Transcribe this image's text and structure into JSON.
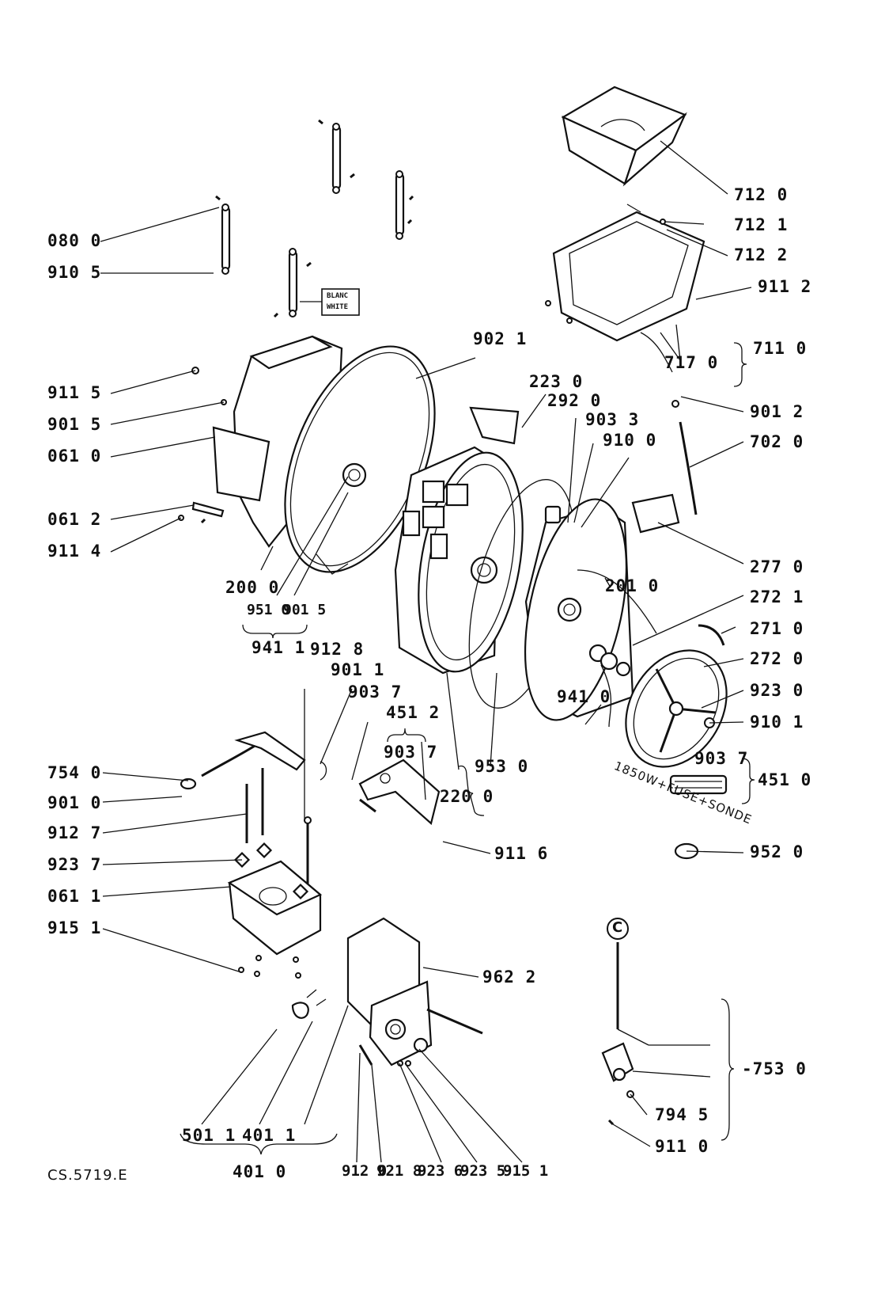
{
  "labels": {
    "l0800": "080 0",
    "l9105a": "910 5",
    "l9115": "911 5",
    "l9015a": "901 5",
    "l0610": "061 0",
    "l0612": "061 2",
    "l9114": "911 4",
    "l2000": "200 0",
    "l9510": "951 0",
    "l9015b": "901 5",
    "l9411": "941 1",
    "l9021": "902 1",
    "l2230": "223 0",
    "l2920": "292 0",
    "l9033": "903 3",
    "l9100": "910 0",
    "l9012": "901 2",
    "l7020": "702 0",
    "l2770": "277 0",
    "l2010": "201 0",
    "l2721": "272 1",
    "l2710": "271 0",
    "l2720": "272 0",
    "l9230": "923 0",
    "l9101": "910 1",
    "l9037r": "903 7",
    "l4510": "451 0",
    "l9520": "952 0",
    "l9410": "941 0",
    "l9530": "953 0",
    "l2200": "220 0",
    "l7120": "712 0",
    "l7121": "712 1",
    "l7122": "712 2",
    "l9112": "911 2",
    "l7110": "711 0",
    "l7170": "717 0",
    "l9128": "912 8",
    "l9011": "901 1",
    "l9037a": "903 7",
    "l4512": "451 2",
    "l9037b": "903 7",
    "l9116": "911 6",
    "l7540": "754 0",
    "l9010": "901 0",
    "l9127": "912 7",
    "l9237": "923 7",
    "l0611": "061 1",
    "l9151a": "915 1",
    "l9622": "962 2",
    "l5011": "501 1",
    "l4011": "401 1",
    "l4010": "401 0",
    "l9120": "912 0",
    "l9218": "921 8",
    "l9236": "923 6",
    "l9235": "923 5",
    "l9151b": "915 1",
    "l7530": "-753 0",
    "l7945": "794 5",
    "l9110": "911 0",
    "lC": "C"
  },
  "tag_blanc": "BLANC",
  "tag_white": "WHITE",
  "heater_note": "1850W+FUSE+SONDE",
  "drawing_code": "CS.5719.E"
}
